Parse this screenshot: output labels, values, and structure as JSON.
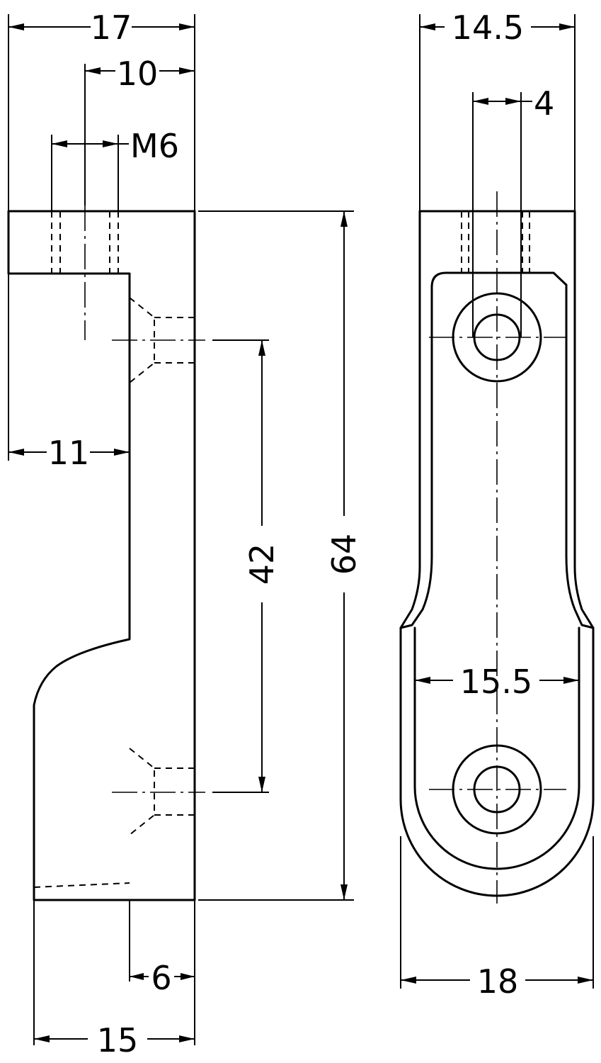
{
  "labels": {
    "dim_17": "17",
    "dim_10": "10",
    "dim_m6": "M6",
    "dim_11": "11",
    "dim_42": "42",
    "dim_64": "64",
    "dim_6": "6",
    "dim_15": "15",
    "dim_14_5": "14.5",
    "dim_4": "4",
    "dim_15_5": "15.5",
    "dim_18": "18"
  }
}
